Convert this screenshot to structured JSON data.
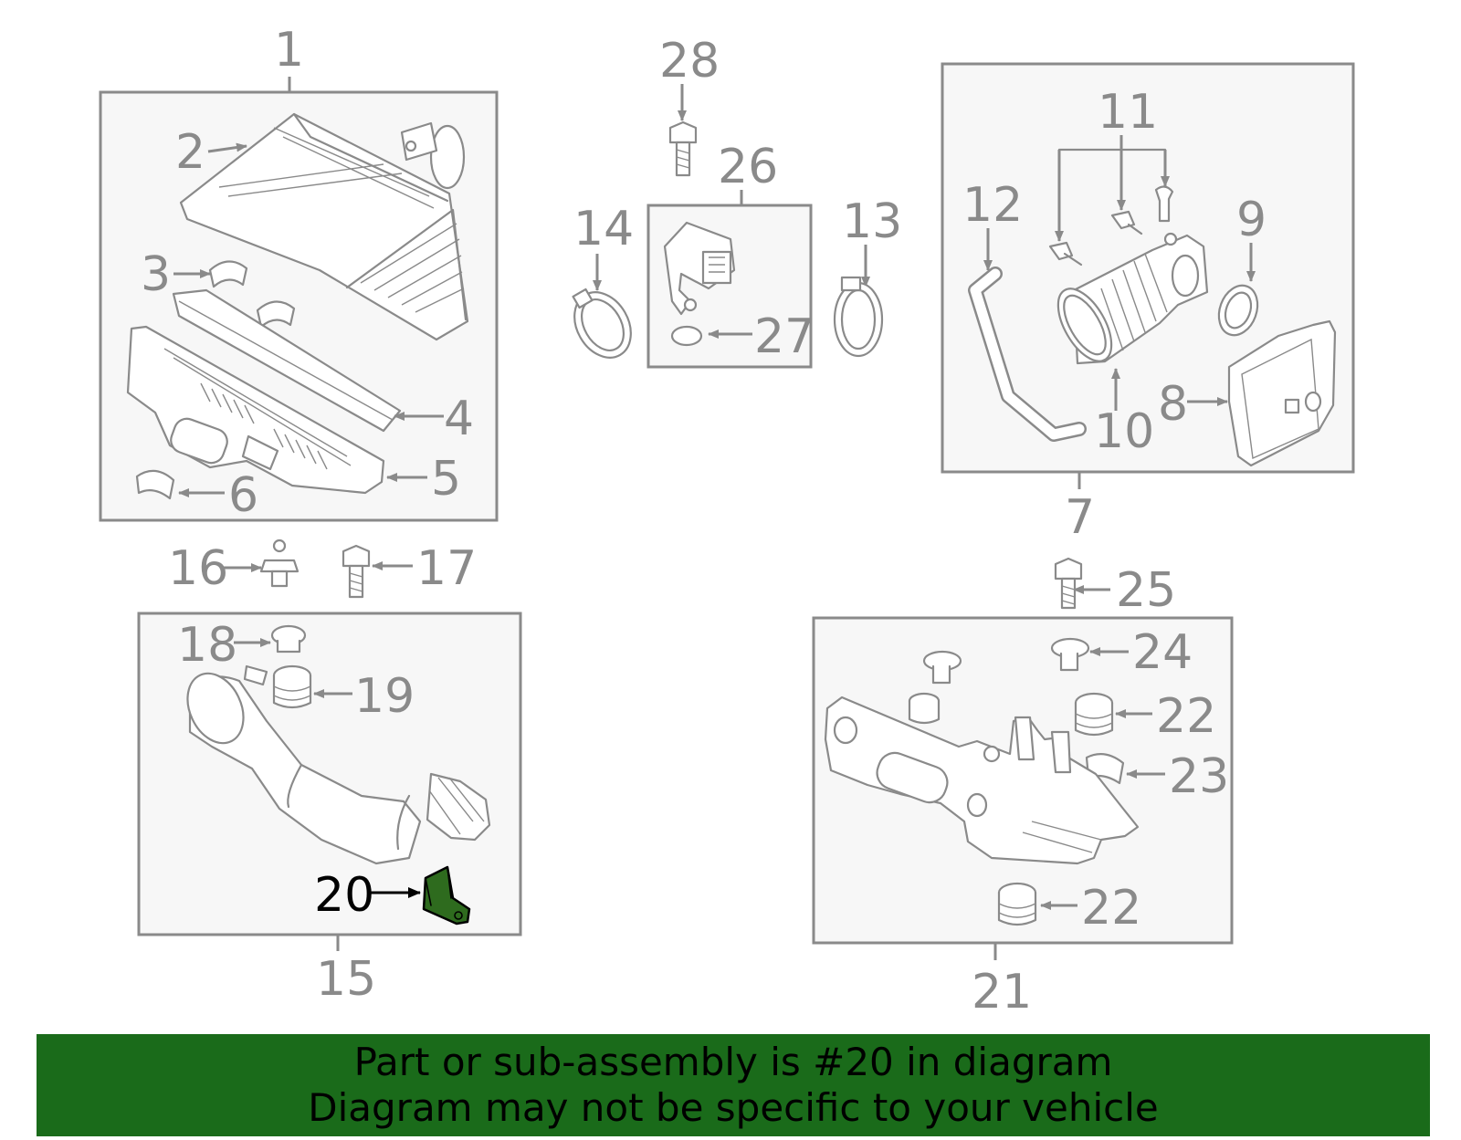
{
  "labels": {
    "l1": "1",
    "l2": "2",
    "l3": "3",
    "l4": "4",
    "l5": "5",
    "l6": "6",
    "l7": "7",
    "l8": "8",
    "l9": "9",
    "l10": "10",
    "l11": "11",
    "l12": "12",
    "l13": "13",
    "l14": "14",
    "l15": "15",
    "l16": "16",
    "l17": "17",
    "l18": "18",
    "l19": "19",
    "l20": "20",
    "l21": "21",
    "l22a": "22",
    "l22b": "22",
    "l23": "23",
    "l24": "24",
    "l25": "25",
    "l26": "26",
    "l27": "27",
    "l28": "28"
  },
  "highlight": {
    "part_number": "20",
    "color": "#2e6b1e"
  },
  "colors": {
    "line": "#8a8a8a",
    "box_fill": "#f7f7f7",
    "banner": "#1a6b1a"
  },
  "banner": {
    "line1": "Part or sub-assembly is #20 in diagram",
    "line2": "Diagram may not be specific to your vehicle"
  }
}
